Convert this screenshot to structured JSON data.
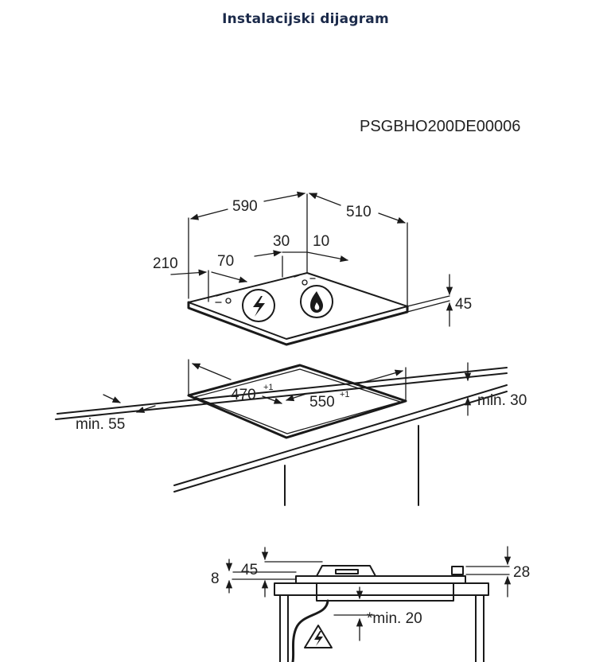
{
  "title": "Instalacijski dijagram",
  "code": "PSGBHO200DE00006",
  "top_view": {
    "width": "590",
    "depth": "510",
    "d30": "30",
    "d10": "10",
    "d210": "210",
    "d70": "70",
    "height": "45",
    "cut_depth": "470",
    "cut_width": "550",
    "tolerance": "+1",
    "min_front": "min. 55",
    "min_below": "min. 30"
  },
  "side_view": {
    "d8": "8",
    "d45": "45",
    "d28": "28",
    "min_clearance": "*min. 20"
  },
  "icons": [
    "electric-icon",
    "gas-flame-icon",
    "electric-warning-icon"
  ]
}
